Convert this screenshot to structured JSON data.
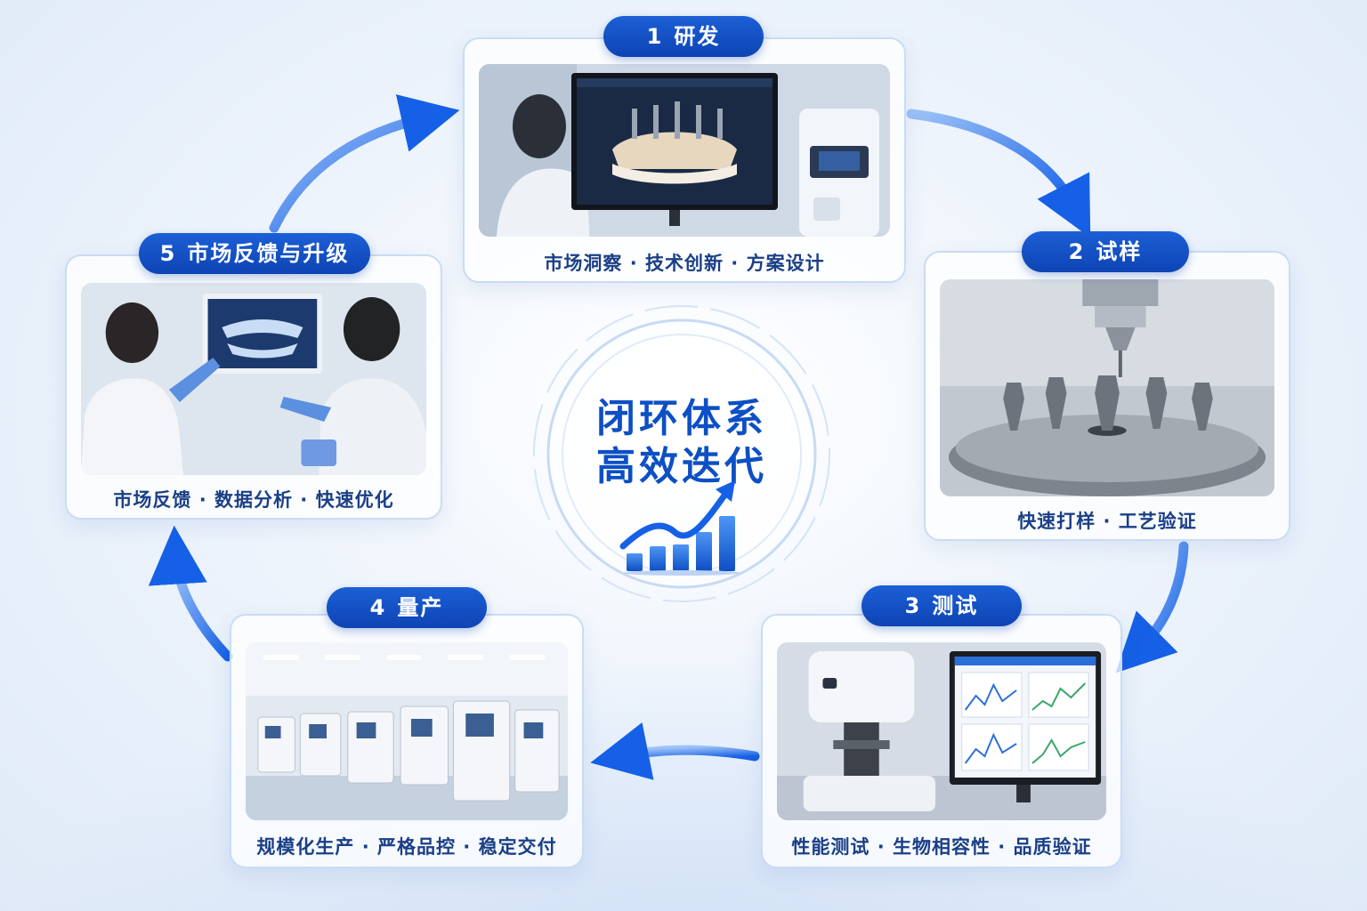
{
  "center": {
    "line1": "闭环体系",
    "line2": "高效迭代",
    "icon": "growth-chart-icon"
  },
  "stages": [
    {
      "num": "1",
      "title": "研发",
      "caption": "市场洞察 · 技术创新 · 方案设计",
      "icon": "dental-design-monitor"
    },
    {
      "num": "2",
      "title": "试样",
      "caption": "快速打样 · 工艺验证",
      "icon": "machining-implants"
    },
    {
      "num": "3",
      "title": "测试",
      "caption": "性能测试 · 生物相容性 · 品质验证",
      "icon": "testing-machine-monitor"
    },
    {
      "num": "4",
      "title": "量产",
      "caption": "规模化生产 · 严格品控 · 稳定交付",
      "icon": "factory-floor"
    },
    {
      "num": "5",
      "title": "市场反馈与升级",
      "caption": "市场反馈 · 数据分析 · 快速优化",
      "icon": "xray-review"
    }
  ],
  "colors": {
    "primary": "#0d44b4",
    "accent": "#1c6ff0",
    "caption": "#1a3f86",
    "card_border": "#c9dcf4"
  }
}
